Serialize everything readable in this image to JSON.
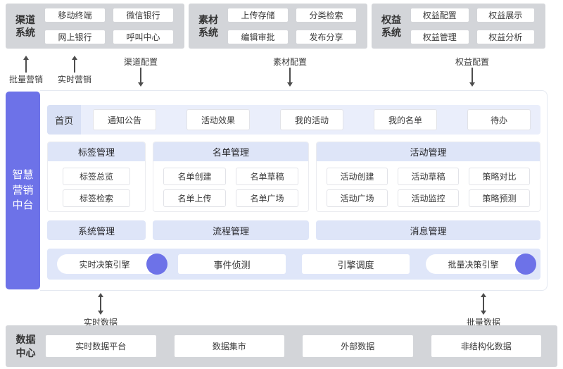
{
  "colors": {
    "accent_purple": "#6d72e8",
    "lavender_bar": "#dee5f8",
    "lavender_tabbar": "#eaeefb",
    "gray_box": "#d3d5d9"
  },
  "top_systems": [
    {
      "label": "渠道系统",
      "items": [
        "移动终端",
        "微信银行",
        "网上银行",
        "呼叫中心"
      ]
    },
    {
      "label": "素材系统",
      "items": [
        "上传存储",
        "分类检索",
        "编辑审批",
        "发布分享"
      ]
    },
    {
      "label": "权益系统",
      "items": [
        "权益配置",
        "权益展示",
        "权益管理",
        "权益分析"
      ]
    }
  ],
  "flows": {
    "batch_marketing": "批量营销",
    "realtime_marketing": "实时营销",
    "channel_config": "渠道配置",
    "material_config": "素材配置",
    "rights_config": "权益配置",
    "realtime_data": "实时数据",
    "batch_data": "批量数据"
  },
  "platform": {
    "title": "智慧营销中台",
    "home_tab": "首页",
    "home_items": [
      "通知公告",
      "活动效果",
      "我的活动",
      "我的名单",
      "待办"
    ],
    "sections": [
      {
        "title": "标签管理",
        "items": [
          "标签总览",
          "标签检索"
        ]
      },
      {
        "title": "名单管理",
        "items": [
          "名单创建",
          "名单草稿",
          "名单上传",
          "名单广场"
        ]
      },
      {
        "title": "活动管理",
        "items": [
          "活动创建",
          "活动草稿",
          "策略对比",
          "活动广场",
          "活动监控",
          "策略预测"
        ]
      }
    ],
    "bars": [
      "系统管理",
      "流程管理",
      "消息管理"
    ],
    "engines": [
      {
        "label": "实时决策引擎",
        "dot": true
      },
      {
        "label": "事件侦测",
        "dot": false
      },
      {
        "label": "引擎调度",
        "dot": false
      },
      {
        "label": "批量决策引擎",
        "dot": true
      }
    ]
  },
  "data_center": {
    "label": "数据中心",
    "items": [
      "实时数据平台",
      "数据集市",
      "外部数据",
      "非结构化数据"
    ]
  }
}
